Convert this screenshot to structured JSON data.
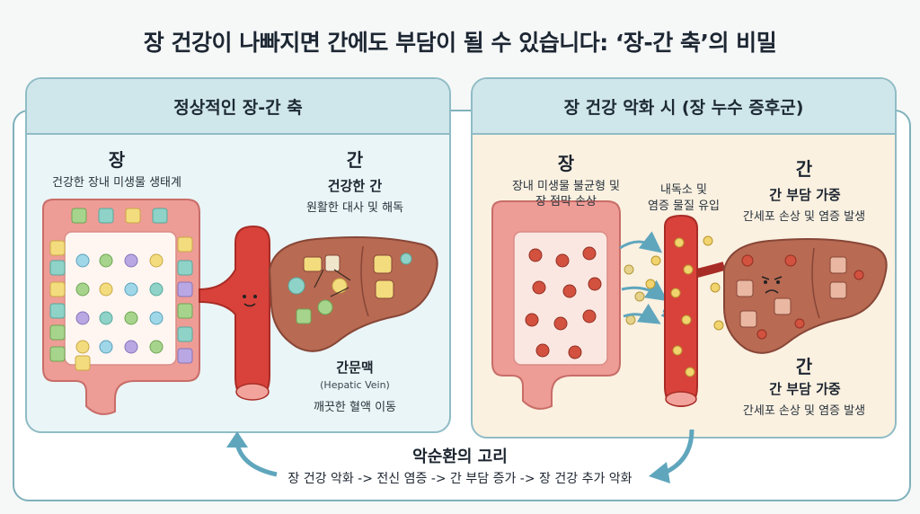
{
  "title": "장 건강이 나빠지면 간에도 부담이 될 수 있습니다: ‘장-간 축’의 비밀",
  "left_panel": {
    "header": "정상적인 장-간 축",
    "gut_title": "장",
    "gut_desc": "건강한 장내 미생물 생태계",
    "liver_title": "간",
    "liver_sub": "건강한 간",
    "liver_desc": "원활한 대사 및 해독",
    "vein_title": "간문맥",
    "vein_en": "(Hepatic Vein)",
    "vein_desc": "깨끗한 혈액 이동"
  },
  "right_panel": {
    "header": "장 건강 악화 시 (장 누수 증후군)",
    "gut_title": "장",
    "gut_desc_1": "장내 미생물 불균형 및",
    "gut_desc_2": "장 점막 손상",
    "toxin_1": "내독소 및",
    "toxin_2": "염증 물질 유입",
    "liver_title_top": "간",
    "liver_sub_top": "간 부담 가중",
    "liver_desc_top": "간세포 손상 및 염증 발생",
    "liver_title_bottom": "간",
    "liver_sub_bottom": "간 부담 가중",
    "liver_desc_bottom": "간세포 손상 및 염증 발생"
  },
  "cycle": {
    "title": "악순환의 고리",
    "text": "장 건강 악화 -> 전신 염증 -> 간 부담 증가 -> 장 건강 추가 악화"
  },
  "colors": {
    "intestine": "#ee9c96",
    "intestine_dark": "#c86d68",
    "vein": "#d8423a",
    "liver": "#b86a52",
    "liver_light": "#c98468",
    "panel_left_bg": "#eaf5f7",
    "panel_right_bg": "#fbf1e1",
    "border": "#8fbcc5",
    "arrow": "#5fa6bd"
  }
}
